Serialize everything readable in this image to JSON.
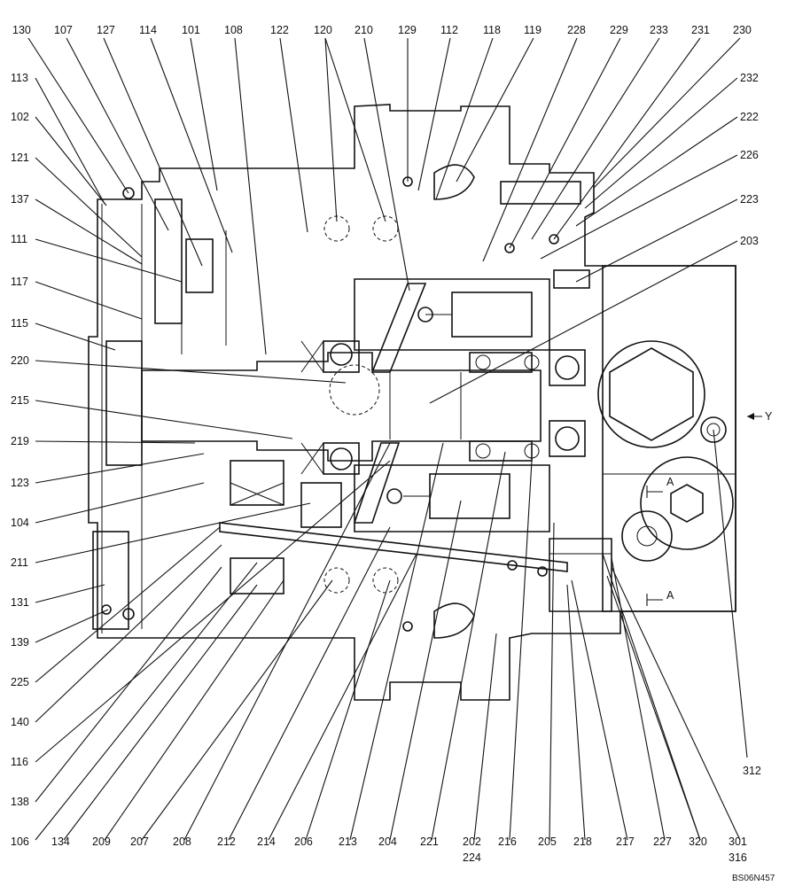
{
  "top_labels": [
    "130",
    "107",
    "127",
    "114",
    "101",
    "108",
    "122",
    "120",
    "210",
    "129",
    "112",
    "118",
    "119",
    "228",
    "229",
    "233",
    "231",
    "230"
  ],
  "left_labels": [
    "113",
    "102",
    "121",
    "137",
    "111",
    "117",
    "115",
    "220",
    "215",
    "219",
    "123",
    "104",
    "211",
    "131",
    "139",
    "225",
    "140",
    "116",
    "138",
    "106"
  ],
  "bottom_labels": [
    "134",
    "209",
    "207",
    "208",
    "212",
    "214",
    "206",
    "213",
    "204",
    "221",
    "202",
    "224",
    "216",
    "205",
    "218",
    "217",
    "227",
    "320",
    "301",
    "316"
  ],
  "right_labels": [
    "232",
    "222",
    "226",
    "223",
    "203",
    "312"
  ],
  "misc_labels": {
    "y_arrow": "Y",
    "section_a_top": "A",
    "section_a_bottom": "A"
  },
  "drawing_code": "BS06N457"
}
